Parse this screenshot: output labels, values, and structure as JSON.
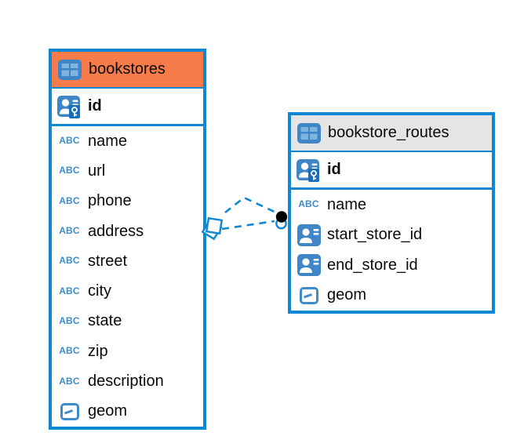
{
  "colors": {
    "border_blue": "#0F88D3",
    "icon_blue": "#3E86C6",
    "icon_blue_light": "#7FB3E0",
    "pk_badge_blue": "#186FB8",
    "abc_blue": "#3E8CCB",
    "header_orange": "#F87B4B",
    "header_gray": "#E5E5E5",
    "text": "#0A0A0A",
    "relationship_line": "#0F88D3"
  },
  "icons": {
    "text_type_glyph": "ABC",
    "table_icon": "table-icon",
    "primary_key_icon": "person-key-icon",
    "reference_icon": "person-card-icon",
    "geometry_icon": "geometry-icon"
  },
  "diagram": {
    "tables": [
      {
        "name": "bookstores",
        "header_style": "orange",
        "primary_key": {
          "name": "id",
          "type": "primary-key"
        },
        "columns": [
          {
            "name": "name",
            "type": "text"
          },
          {
            "name": "url",
            "type": "text"
          },
          {
            "name": "phone",
            "type": "text"
          },
          {
            "name": "address",
            "type": "text"
          },
          {
            "name": "street",
            "type": "text"
          },
          {
            "name": "city",
            "type": "text"
          },
          {
            "name": "state",
            "type": "text"
          },
          {
            "name": "zip",
            "type": "text"
          },
          {
            "name": "description",
            "type": "text"
          },
          {
            "name": "geom",
            "type": "geometry"
          }
        ]
      },
      {
        "name": "bookstore_routes",
        "header_style": "gray",
        "primary_key": {
          "name": "id",
          "type": "primary-key"
        },
        "columns": [
          {
            "name": "name",
            "type": "text"
          },
          {
            "name": "start_store_id",
            "type": "reference"
          },
          {
            "name": "end_store_id",
            "type": "reference"
          },
          {
            "name": "geom",
            "type": "geometry"
          }
        ]
      }
    ],
    "relationships": [
      {
        "from_table": "bookstores",
        "to_table": "bookstore_routes",
        "line_style": "dashed",
        "source_marker": "stacked-squares",
        "target_marker": "filled-dot"
      },
      {
        "from_table": "bookstores",
        "to_table": "bookstore_routes",
        "line_style": "dashed",
        "source_marker": "stacked-squares",
        "target_marker": "filled-dot"
      }
    ]
  }
}
